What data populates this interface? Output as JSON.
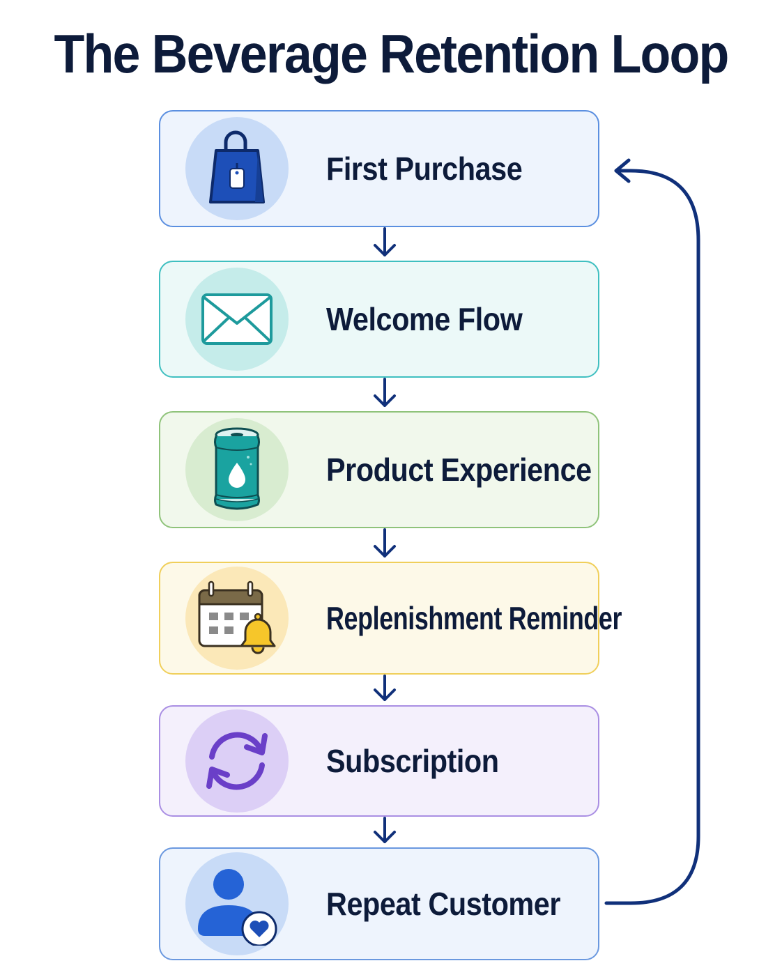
{
  "title": "The Beverage Retention Loop",
  "steps": [
    {
      "label": "First Purchase",
      "icon": "shopping-bag-icon"
    },
    {
      "label": "Welcome Flow",
      "icon": "envelope-icon"
    },
    {
      "label": "Product Experience",
      "icon": "beverage-can-icon"
    },
    {
      "label": "Replenishment Reminder",
      "icon": "calendar-bell-icon"
    },
    {
      "label": "Subscription",
      "icon": "refresh-cycle-icon"
    },
    {
      "label": "Repeat Customer",
      "icon": "customer-heart-icon"
    }
  ],
  "colors": {
    "title": "#0d1b3a",
    "arrow": "#10307a",
    "first_purchase": "#5b8fe0",
    "welcome_flow": "#3fbfc0",
    "product_experience": "#8fc37a",
    "replenishment_reminder": "#f0cf5a",
    "subscription": "#a98ee3",
    "repeat_customer": "#6a98df"
  }
}
